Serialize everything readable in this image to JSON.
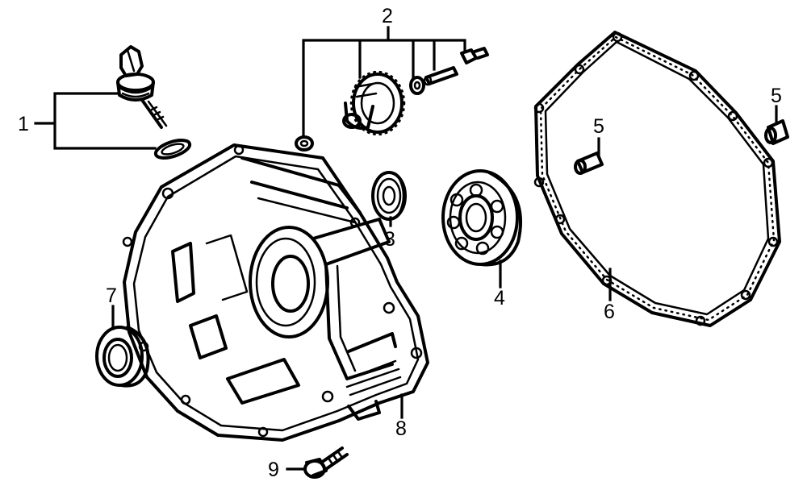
{
  "callouts": [
    {
      "id": "1",
      "label": "1"
    },
    {
      "id": "2",
      "label": "2"
    },
    {
      "id": "3",
      "label": "3"
    },
    {
      "id": "4",
      "label": "4"
    },
    {
      "id": "5a",
      "label": "5"
    },
    {
      "id": "5b",
      "label": "5"
    },
    {
      "id": "6",
      "label": "6"
    },
    {
      "id": "7",
      "label": "7"
    },
    {
      "id": "8",
      "label": "8"
    },
    {
      "id": "9",
      "label": "9"
    }
  ]
}
